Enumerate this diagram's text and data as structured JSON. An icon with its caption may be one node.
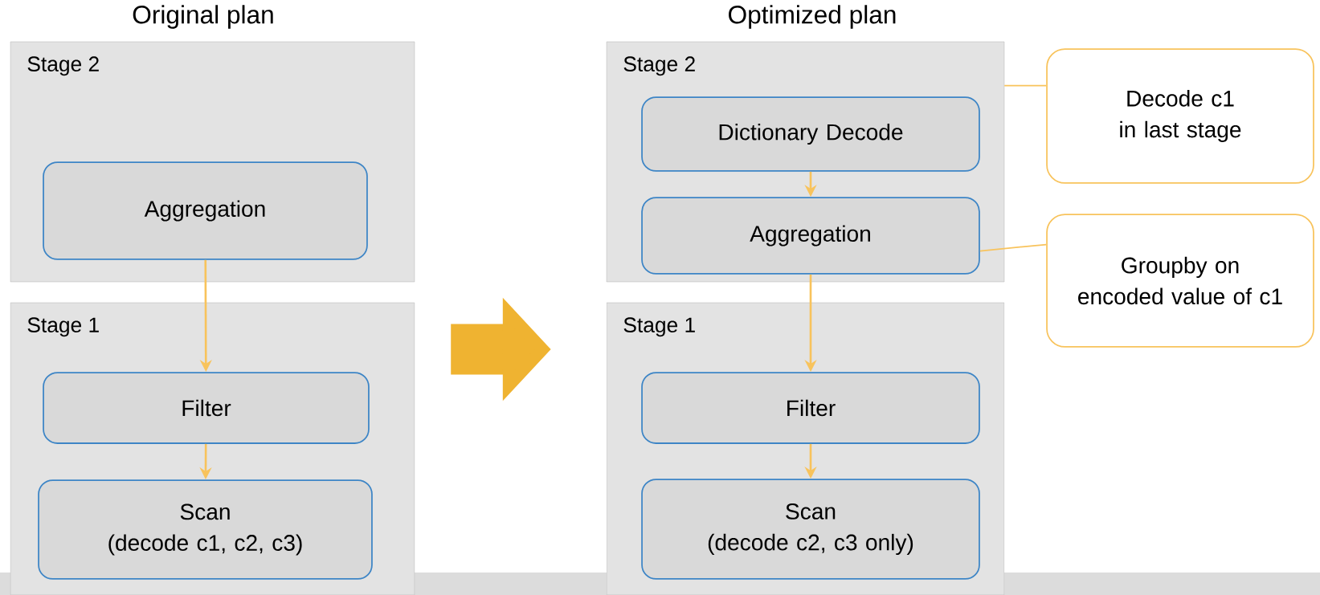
{
  "diagram": {
    "nodes": [
      {
        "text": [
          "Stage 2"
        ]
      },
      {
        "text": [
          "Aggregation"
        ],
        "in": 0
      },
      {
        "text": [
          "Stage 1"
        ]
      },
      {
        "text": [
          "Filter"
        ],
        "in": 2
      },
      {
        "text": [
          "Scan",
          "(decode c1, c2, c3)"
        ],
        "in": 2
      },
      {
        "text": [
          "Stage 2"
        ]
      },
      {
        "text": [
          "Dictionary Decode"
        ],
        "in": 5
      },
      {
        "text": [
          "Aggregation"
        ],
        "in": 5
      },
      {
        "text": [
          "Stage 1"
        ]
      },
      {
        "text": [
          "Filter"
        ],
        "in": 8
      },
      {
        "text": [
          "Scan",
          "(decode c2, c3 only)"
        ],
        "in": 8
      },
      {
        "text": [
          "Decode c1 in last stage"
        ]
      },
      {
        "text": [
          "Groupby on encoded value of c1"
        ]
      }
    ],
    "edges": [
      {
        "from": 1,
        "to": 3,
        "arrow": "to"
      },
      {
        "from": 3,
        "to": 4,
        "arrow": "to"
      },
      {
        "from": 6,
        "to": 7,
        "arrow": "to"
      },
      {
        "from": 7,
        "to": 9,
        "arrow": "to"
      },
      {
        "from": 9,
        "to": 10,
        "arrow": "to"
      },
      {
        "from": 2,
        "to": 8,
        "arrow": "to",
        "style": "thick",
        "color": "#efb331"
      },
      {
        "from": 11,
        "to": 5,
        "arrow": "none"
      },
      {
        "from": 12,
        "to": 7,
        "arrow": "none"
      }
    ],
    "labels": [
      "Original plan",
      "Optimized plan"
    ]
  }
}
